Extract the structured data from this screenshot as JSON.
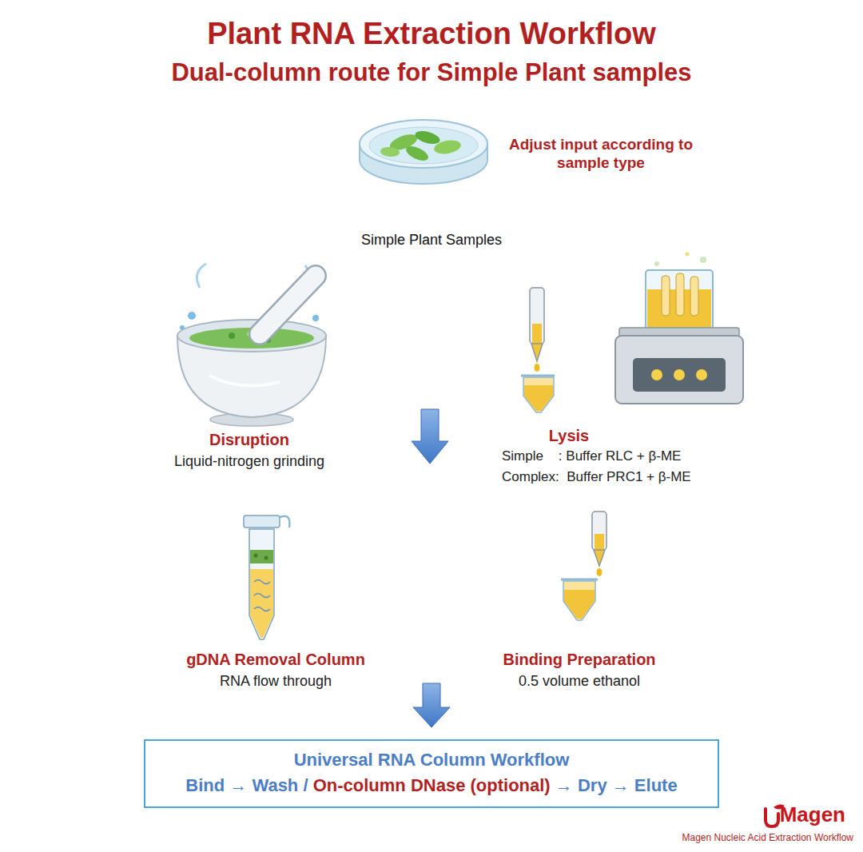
{
  "diagram": {
    "title": "Plant RNA Extraction Workflow",
    "nodes": [
      {
        "text": [
          "Universal RNA Column Workflow",
          "Bind → Wash /",
          "On-column DNase (optional)",
          "→ Dry → Elute"
        ]
      }
    ],
    "labels": [
      "Dual-column route for Simple Plant samples",
      "Adjust input according to sample type",
      "Simple Plant Samples",
      "Disruption",
      "Liquid-nitrogen grinding",
      "Lysis",
      "Simple    : Buffer RLC + β-ME",
      "Complex:  Buffer PRC1 + β-ME",
      "gDNA Removal Column",
      "RNA flow through",
      "Binding Preparation",
      "0.5 volume ethanol",
      "Magen",
      "Magen Nucleic Acid Extraction Workflow"
    ]
  }
}
